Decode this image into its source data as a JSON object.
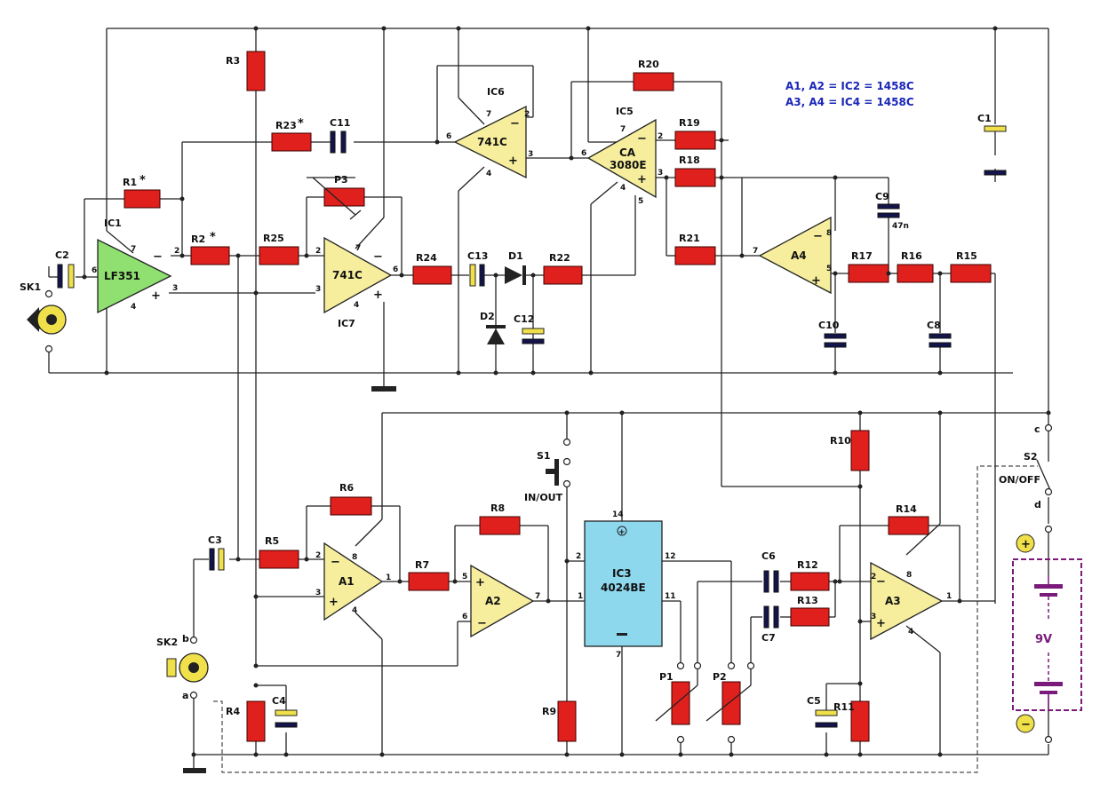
{
  "notes": [
    "A1, A2 = IC2 = 1458C",
    "A3, A4 = IC4 = 1458C"
  ],
  "opamps": [
    {
      "id": "IC1",
      "type": "LF351"
    },
    {
      "id": "IC6",
      "type": "741C"
    },
    {
      "id": "IC5",
      "type": [
        "CA",
        "3080E"
      ]
    },
    {
      "id": "IC7",
      "type": "741C"
    },
    {
      "id": "A4"
    },
    {
      "id": "A1"
    },
    {
      "id": "A2"
    },
    {
      "id": "A3"
    }
  ],
  "ic3": {
    "name": "IC3",
    "type": "4024BE"
  },
  "resistors": [
    "R1",
    "R2",
    "R3",
    "R4",
    "R5",
    "R6",
    "R7",
    "R8",
    "R9",
    "R10",
    "R11",
    "R12",
    "R13",
    "R14",
    "R15",
    "R16",
    "R17",
    "R18",
    "R19",
    "R20",
    "R21",
    "R22",
    "R23",
    "R24",
    "R25"
  ],
  "capacitors": [
    "C1",
    "C2",
    "C3",
    "C4",
    "C5",
    "C6",
    "C7",
    "C8",
    "C9",
    "C10",
    "C11",
    "C12",
    "C13"
  ],
  "c9_value": "47n",
  "star": "*",
  "diodes": [
    "D1",
    "D2"
  ],
  "pots": [
    "P1",
    "P2",
    "P3"
  ],
  "sockets": [
    "SK1",
    "SK2"
  ],
  "sk2_terminals": [
    "b",
    "a"
  ],
  "switch_s1": {
    "name": "S1",
    "label": "IN/OUT"
  },
  "switch_s2": {
    "name": "S2",
    "label": "ON/OFF",
    "terminals": [
      "c",
      "d"
    ]
  },
  "battery": {
    "voltage": "9V",
    "plus": "+",
    "minus": "−"
  },
  "ic3_ground_mark": "−",
  "pins": {
    "ic1": [
      "7",
      "2",
      "6",
      "3",
      "4"
    ],
    "ic6": [
      "6",
      "7",
      "2",
      "3",
      "4"
    ],
    "ic5": [
      "7",
      "2",
      "6",
      "3",
      "4",
      "5"
    ],
    "ic7": [
      "2",
      "7",
      "6",
      "3",
      "4"
    ],
    "a4": [
      "7",
      "8",
      "5"
    ],
    "a1": [
      "2",
      "8",
      "1",
      "3",
      "4"
    ],
    "a2": [
      "5",
      "7",
      "6"
    ],
    "a3": [
      "8",
      "2",
      "1",
      "3",
      "4"
    ],
    "ic3": [
      "14",
      "2",
      "12",
      "1",
      "11",
      "7"
    ]
  },
  "colors": {
    "wire": "#222222",
    "resistor": "#e0201c",
    "capacitor": "#f0e04a",
    "lf351": "#8fe070",
    "opamp": "#f6ee9c",
    "ic3": "#8ed8ee",
    "battery": "#7a1a7a",
    "notes": "#1a26b8"
  }
}
